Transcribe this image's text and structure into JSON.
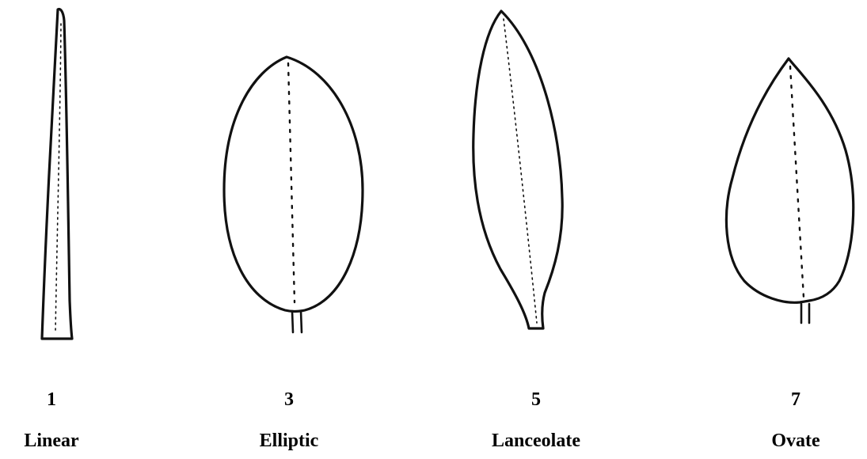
{
  "figure": {
    "shapes": [
      {
        "number": "1",
        "name": "Linear"
      },
      {
        "number": "3",
        "name": "Elliptic"
      },
      {
        "number": "5",
        "name": "Lanceolate"
      },
      {
        "number": "7",
        "name": "Ovate"
      }
    ]
  }
}
